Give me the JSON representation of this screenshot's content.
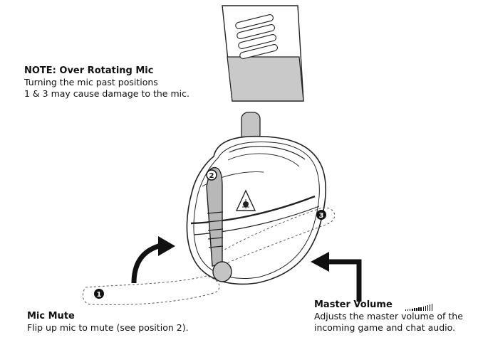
{
  "note": {
    "title": "NOTE: Over Rotating Mic",
    "line1": "Turning the mic past positions",
    "line2": "1 & 3 may cause damage to the mic."
  },
  "mic_mute": {
    "title": "Mic Mute",
    "line1": "Flip up mic to mute (see position 2)."
  },
  "master_volume": {
    "title": "Master Volume",
    "line1": "Adjusts the master volume of the",
    "line2": "incoming game and chat audio."
  },
  "positions": {
    "p1": "1",
    "p2": "2",
    "p3": "3"
  },
  "icons": [
    "curved-arrow-icon",
    "arrow-left-icon",
    "volume-bars-icon",
    "turtle-beach-logo-icon"
  ]
}
